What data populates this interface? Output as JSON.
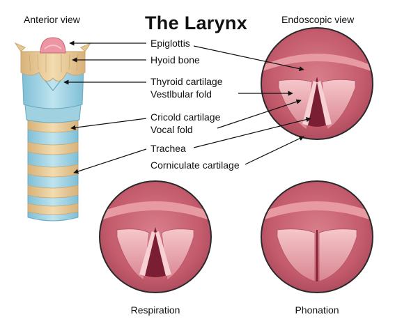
{
  "title": "The Larynx",
  "views": {
    "anterior": "Anterior view",
    "endoscopic": "Endoscopic view",
    "respiration": "Respiration",
    "phonation": "Phonation"
  },
  "labels": {
    "epiglottis": "Epiglottis",
    "hyoid_bone": "Hyoid bone",
    "thyroid_cartilage": "Thyroid cartilage",
    "vestibular_fold": "Vestlbular fold",
    "cricoid_cartilage": "Cricold cartilage",
    "vocal_fold": "Vocal fold",
    "trachea": "Trachea",
    "corniculate_cartilage": "Corniculate cartilage"
  },
  "colors": {
    "trachea_blue": "#a8d8e6",
    "hyoid_tan": "#e7c997",
    "ring_tan": "#e3c38c",
    "mucosa_pink": "#c35b6c",
    "fold_light": "#efb1b6",
    "epiglottis_pink": "#ec95a3"
  }
}
